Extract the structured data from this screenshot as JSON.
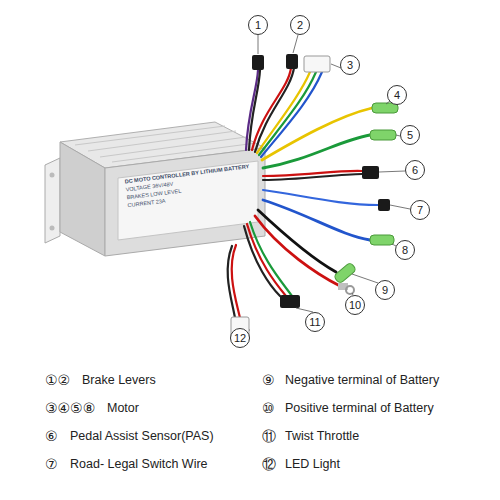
{
  "diagram": {
    "nodes": [
      {
        "text": [
          "DC MOTO CONTROLLER BY LITHIUM BATTERY",
          "VOLTAGE 36V/48V",
          "BRAKES LOW LEVEL",
          "CURRENT 23A"
        ]
      },
      {
        "text": [
          "1"
        ]
      },
      {
        "text": [
          "2"
        ]
      },
      {
        "text": [
          "3"
        ]
      },
      {
        "text": [
          "4"
        ]
      },
      {
        "text": [
          "5"
        ]
      },
      {
        "text": [
          "6"
        ]
      },
      {
        "text": [
          "7"
        ]
      },
      {
        "text": [
          "8"
        ]
      },
      {
        "text": [
          "9"
        ]
      },
      {
        "text": [
          "10"
        ]
      },
      {
        "text": [
          "11"
        ]
      },
      {
        "text": [
          "12"
        ]
      }
    ],
    "labels": [
      "①②",
      "Brake Levers",
      "⑨",
      "Negative terminal of Battery",
      "③④⑤⑧",
      "Motor",
      "⑩",
      "Positive terminal of Battery",
      "⑥",
      "Pedal Assist Sensor(PAS)",
      "⑪",
      "Twist Throttle",
      "⑦",
      "Road- Legal Switch Wire",
      "⑫",
      "LED Light"
    ]
  }
}
